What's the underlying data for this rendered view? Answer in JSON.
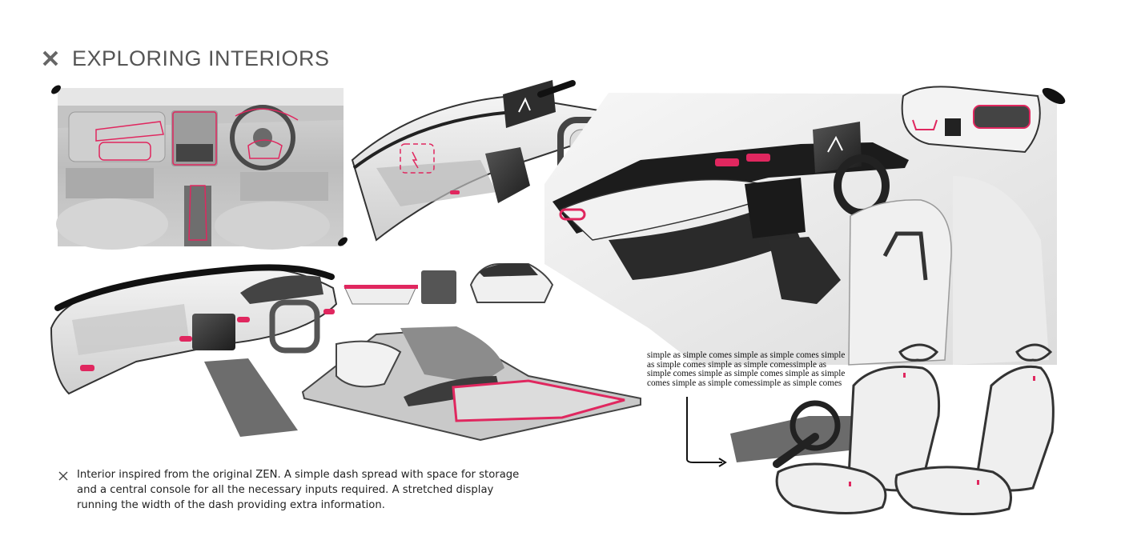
{
  "header": {
    "title": "EXPLORING INTERIORS",
    "marker_icon": "cross-icon"
  },
  "caption": {
    "marker_icon": "cross-icon",
    "text": "Interior inspired from the original ZEN. A simple dash spread with space for storage and a central console for all the necessary inputs required. A stretched display running the width of the dash providing extra information."
  },
  "annotation": {
    "text": "simple as simple comes simple as simple comes simple as simple comes simple as simple comessimple as simple comes simple as simple comes simple as simple comes simple as simple comessimple as simple comes"
  },
  "colors": {
    "accent": "#e0275f",
    "sketch_dark": "#2b2b2b",
    "sketch_grey": "#9a9a9a"
  }
}
